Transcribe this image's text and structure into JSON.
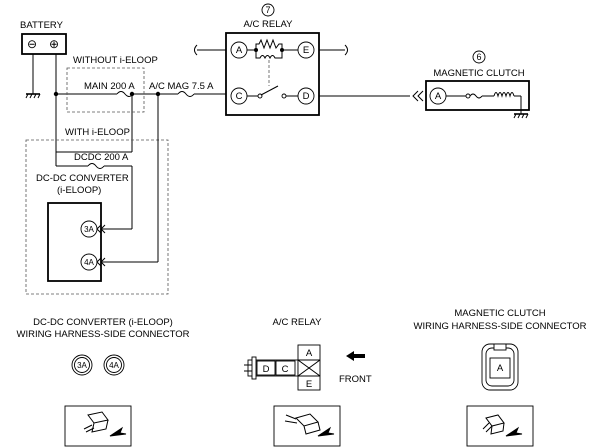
{
  "battery": {
    "label": "BATTERY",
    "minus": "⊖",
    "plus": "⊕"
  },
  "eloop": {
    "without_label": "WITHOUT i-ELOOP",
    "main_fuse_label": "MAIN 200 A",
    "with_label": "WITH i-ELOOP",
    "dcdc_fuse_label": "DCDC 200 A",
    "converter_line1": "DC-DC CONVERTER",
    "converter_line2": "(i-ELOOP)",
    "pin_3a": "3A",
    "pin_4a": "4A"
  },
  "ac_mag_fuse_label": "A/C MAG 7.5 A",
  "relay": {
    "number": "7",
    "title": "A/C RELAY",
    "pin_a": "A",
    "pin_c": "C",
    "pin_d": "D",
    "pin_e": "E"
  },
  "clutch": {
    "number": "6",
    "title": "MAGNETIC CLUTCH",
    "pin_a": "A"
  },
  "connectors": {
    "converter": {
      "line1": "DC-DC CONVERTER (i-ELOOP)",
      "line2": "WIRING HARNESS-SIDE CONNECTOR",
      "pin_3a": "3A",
      "pin_4a": "4A"
    },
    "relay": {
      "title": "A/C RELAY",
      "pin_d": "D",
      "pin_c": "C",
      "pin_a": "A",
      "pin_e": "E",
      "front_label": "FRONT"
    },
    "clutch": {
      "line1": "MAGNETIC CLUTCH",
      "line2": "WIRING HARNESS-SIDE CONNECTOR",
      "pin_a": "A"
    }
  }
}
